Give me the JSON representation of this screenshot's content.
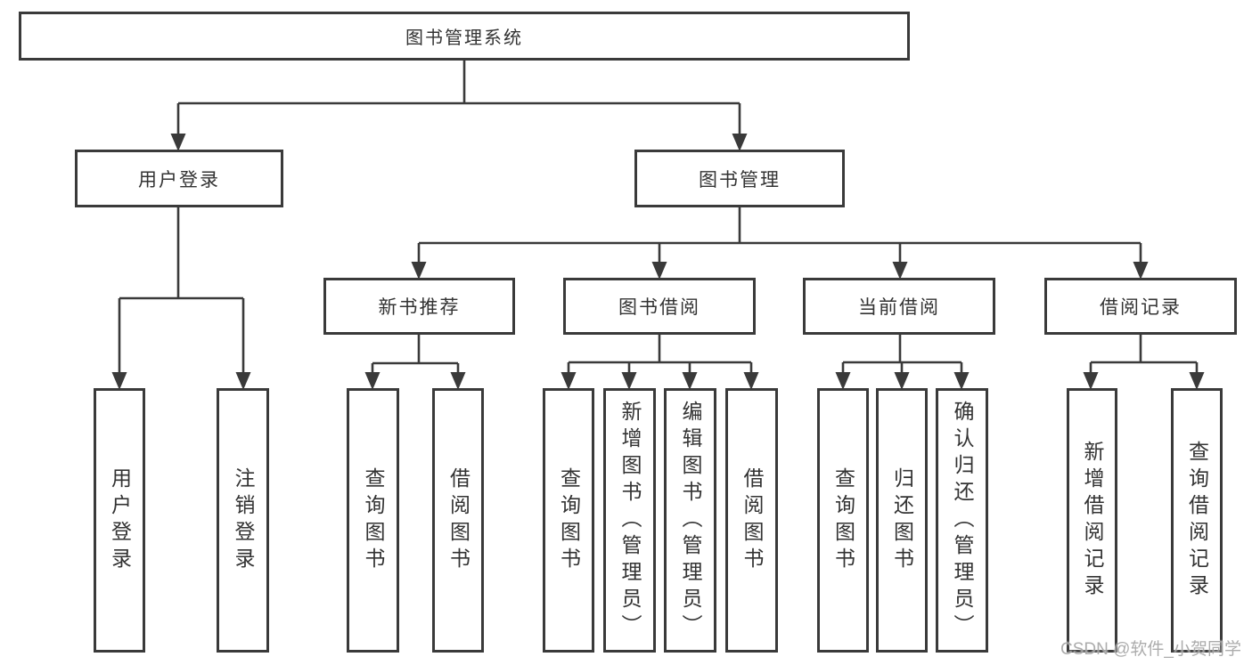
{
  "colors": {
    "line": "#3a3a3a",
    "text": "#333333",
    "watermark": "#9e9e9e"
  },
  "watermark": "CSDN @软件_小贺同学",
  "tree": {
    "root": "图书管理系统",
    "children": [
      {
        "label": "用户登录",
        "children": [
          "用户登录",
          "注销登录"
        ]
      },
      {
        "label": "图书管理",
        "children": [
          {
            "label": "新书推荐",
            "children": [
              "查询图书",
              "借阅图书"
            ]
          },
          {
            "label": "图书借阅",
            "children": [
              "查询图书",
              "新增图书（管理员）",
              "编辑图书（管理员）",
              "借阅图书"
            ]
          },
          {
            "label": "当前借阅",
            "children": [
              "查询图书",
              "归还图书",
              "确认归还（管理员）"
            ]
          },
          {
            "label": "借阅记录",
            "children": [
              "新增借阅记录",
              "查询借阅记录"
            ]
          }
        ]
      }
    ]
  }
}
